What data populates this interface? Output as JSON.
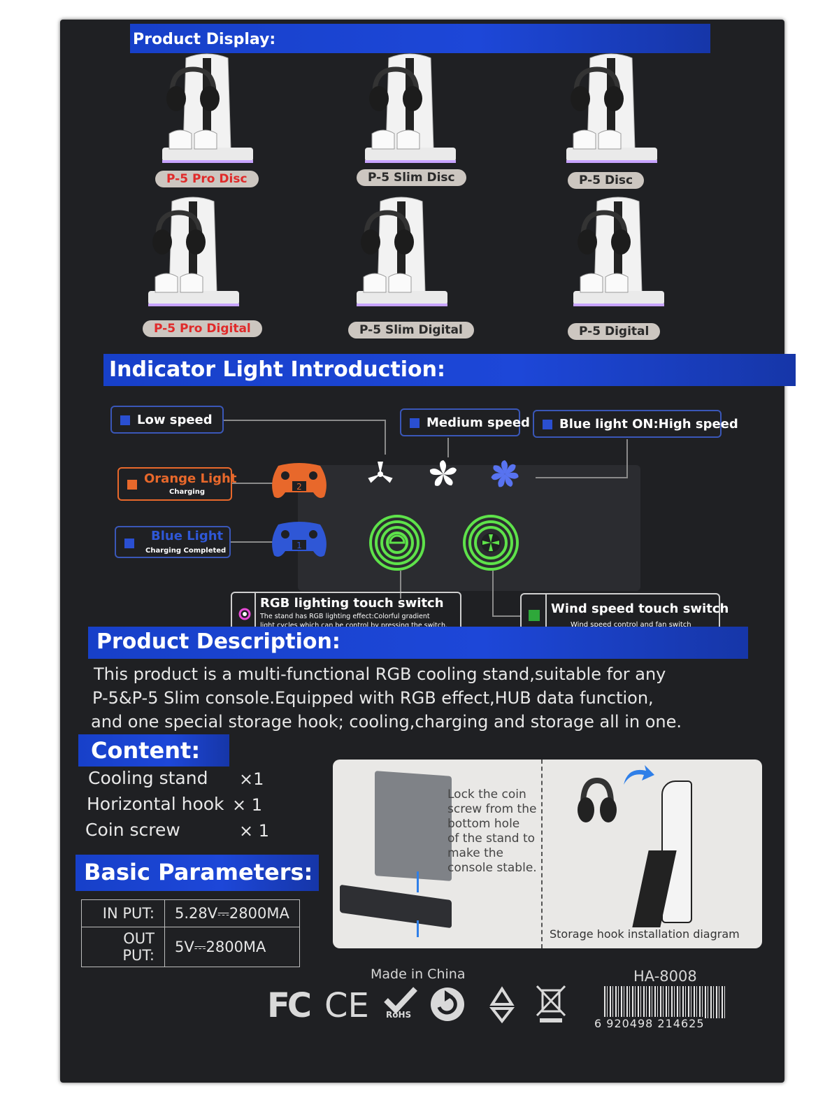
{
  "display": {
    "title": "Product Display:",
    "models": [
      {
        "label": "P-5 Pro Disc",
        "style": "red"
      },
      {
        "label": "P-5 Slim Disc",
        "style": "dark"
      },
      {
        "label": "P-5 Disc",
        "style": "dark"
      },
      {
        "label": "P-5 Pro Digital",
        "style": "red"
      },
      {
        "label": "P-5 Slim Digital",
        "style": "dark"
      },
      {
        "label": "P-5 Digital",
        "style": "dark"
      }
    ]
  },
  "indicator": {
    "title": "Indicator Light Introduction:",
    "low": "Low speed",
    "medium": "Medium speed",
    "high": "Blue light ON:High speed",
    "orange": {
      "title": "Orange Light",
      "sub": "Charging",
      "color": "#e8682b"
    },
    "blue": {
      "title": "Blue Light",
      "sub": "Charging Completed",
      "color": "#2f57d6"
    },
    "controller_orange_num": "2",
    "controller_blue_num": "1",
    "rgb_switch": {
      "title": "RGB lighting touch switch",
      "desc1": "The stand has  RGB lighting effect:Colorful gradient",
      "desc2": "light cycles which can be control by pressing the switch."
    },
    "wind_switch": {
      "title": "Wind speed touch switch",
      "desc": "Wind speed control and fan switch"
    }
  },
  "description": {
    "title": "Product Description:",
    "lines": [
      "This product is a multi-functional RGB cooling stand,suitable for any",
      "P-5&P-5 Slim console.Equipped with RGB effect,HUB data function,",
      "and one special storage hook; cooling,charging and storage all in one."
    ]
  },
  "content": {
    "title": "Content:",
    "items": [
      {
        "name": "Cooling stand",
        "qty": "×1"
      },
      {
        "name": "Horizontal hook",
        "qty": "× 1"
      },
      {
        "name": "Coin screw",
        "qty": "× 1"
      }
    ]
  },
  "params": {
    "title": "Basic Parameters:",
    "rows": [
      {
        "k": "IN PUT:",
        "v": "5.28V⎓2800MA"
      },
      {
        "k": "OUT PUT:",
        "v": "5V⎓2800MA"
      }
    ]
  },
  "install": {
    "lock_lines": [
      "Lock the coin",
      "screw from the",
      "bottom hole",
      "of the stand to",
      "make the",
      "console stable."
    ],
    "hook_caption": "Storage hook installation diagram"
  },
  "footer": {
    "made_in": "Made in China",
    "model": "HA-8008",
    "fc": "FC",
    "ce": "CE",
    "rohs": "RoHS",
    "barcode_number": "6 920498 214625"
  },
  "colors": {
    "accent_blue": "#1d47d8",
    "switch_green": "#5ee24a",
    "fan_blue": "#5873f0"
  }
}
